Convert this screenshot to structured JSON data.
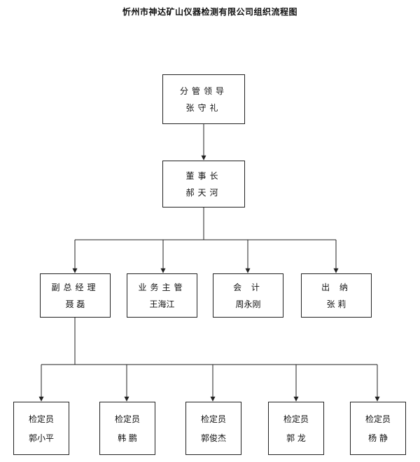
{
  "title": "忻州市神达矿山仪器检测有限公司组织流程图",
  "leader": {
    "role": "分管领导",
    "name": "张守礼"
  },
  "chairman": {
    "role": "董事长",
    "name": "郝天河"
  },
  "departments": [
    {
      "role": "副总经理",
      "name": "聂 磊"
    },
    {
      "role": "业务主管",
      "name": "王海江"
    },
    {
      "role": "会 计",
      "name": "周永刚"
    },
    {
      "role": "出 纳",
      "name": "张 莉"
    }
  ],
  "inspectors": [
    {
      "role": "检定员",
      "name": "郭小平"
    },
    {
      "role": "检定员",
      "name": "韩 鹏"
    },
    {
      "role": "检定员",
      "name": "郭俊杰"
    },
    {
      "role": "检定员",
      "name": "郭 龙"
    },
    {
      "role": "检定员",
      "name": "杨 静"
    }
  ]
}
